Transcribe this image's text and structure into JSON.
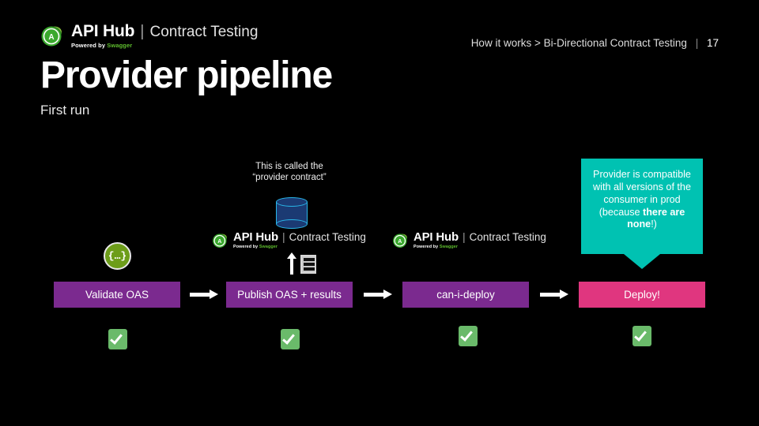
{
  "header": {
    "logo": {
      "mark": "api-hub-circle-a-logo",
      "name": "API Hub",
      "separator": "|",
      "product": "Contract Testing",
      "powered_prefix": "Powered by ",
      "powered_brand": "Swagger"
    },
    "breadcrumb": {
      "path": "How it works > Bi-Directional Contract Testing",
      "separator": "|",
      "page_number": "17"
    }
  },
  "title": "Provider pipeline",
  "subtitle": "First run",
  "annotations": {
    "contract_note_line1": "This is called the",
    "contract_note_line2": "“provider contract”",
    "callout": {
      "text_before": "Provider is compatible with all versions of the consumer in prod (because ",
      "text_bold": "there are none",
      "text_after": "!)"
    }
  },
  "icons": {
    "openapi_glyph": "{…}",
    "database": "database-cylinder-icon",
    "upload_arrow": "up-arrow-icon",
    "test_results": "checklist-icon"
  },
  "pipeline": {
    "steps": [
      {
        "label": "Validate OAS",
        "color": "#7b2a8f",
        "status": "pass"
      },
      {
        "label": "Publish OAS + results",
        "color": "#7b2a8f",
        "status": "pass"
      },
      {
        "label": "can-i-deploy",
        "color": "#7b2a8f",
        "status": "pass"
      },
      {
        "label": "Deploy!",
        "color": "#e0367f",
        "status": "pass"
      }
    ],
    "arrows": 3,
    "status_icon": "white-check-mark"
  },
  "colors": {
    "background": "#000000",
    "step_purple": "#7b2a8f",
    "step_pink": "#e0367f",
    "callout_teal": "#00c2b2",
    "check_green": "#6aba6a",
    "brand_green": "#5fbf2e",
    "db_fill": "#1b3a73",
    "db_stroke": "#29b6e8"
  }
}
